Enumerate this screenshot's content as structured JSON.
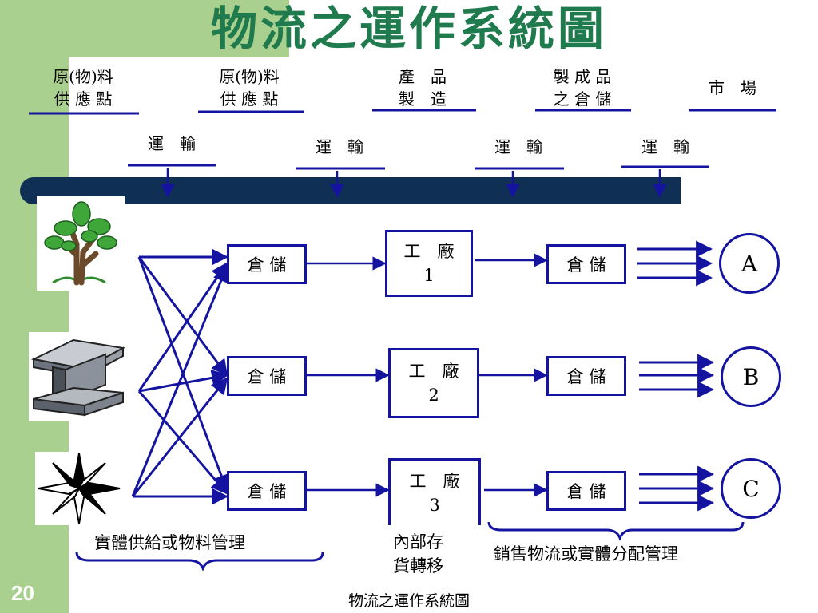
{
  "title": "物流之運作系統圖",
  "slide_number": "20",
  "top_labels": [
    {
      "line1": "原(物)料",
      "line2": "供 應 點"
    },
    {
      "line1": "原(物)料",
      "line2": "供 應 點"
    },
    {
      "line1": "產　品",
      "line2": "製　造"
    },
    {
      "line1": "製 成 品",
      "line2": "之 倉 儲"
    },
    {
      "line1": "市　場",
      "line2": ""
    }
  ],
  "transport_labels": [
    "運　輸",
    "運　輸",
    "運　輸",
    "運　輸"
  ],
  "warehouse_label": "倉 儲",
  "factories": [
    {
      "name": "工　廠",
      "num": "1"
    },
    {
      "name": "工　廠",
      "num": "2"
    },
    {
      "name": "工　廠",
      "num": "3"
    }
  ],
  "markets": [
    "A",
    "B",
    "C"
  ],
  "source_icons": [
    "tree-icon",
    "steel-beam-icon",
    "compass-star-icon"
  ],
  "captions": {
    "supply": "實體供給或物料管理",
    "internal_line1": "內部存",
    "internal_line2": "貨轉移",
    "distribution": "銷售物流或實體分配管理"
  },
  "footer": "物流之運作系統圖",
  "colors": {
    "accent": "#1414a0",
    "title": "#1f7a4d",
    "band": "#0f2f55",
    "side": "#a9d08e"
  }
}
